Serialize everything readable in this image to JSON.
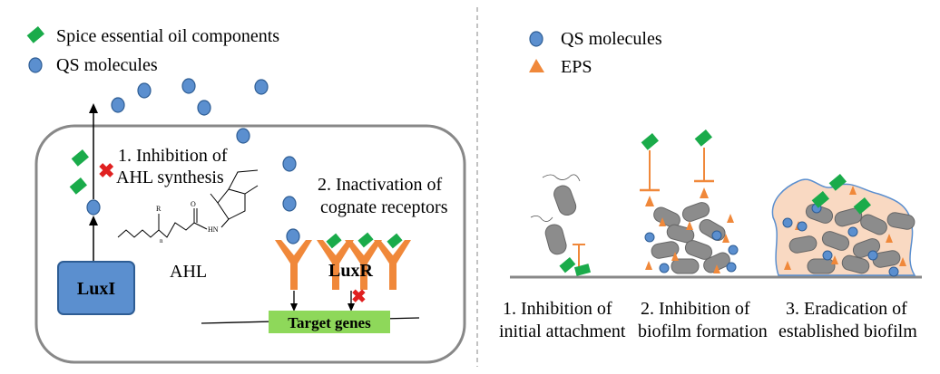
{
  "left_panel": {
    "legend": [
      {
        "icon": "green-diamond-icon",
        "label": "Spice essential oil components"
      },
      {
        "icon": "blue-circle-icon",
        "label": "QS molecules"
      }
    ],
    "step1": {
      "line1": "1. Inhibition of",
      "line2": "AHL synthesis"
    },
    "step2": {
      "line1": "2. Inactivation of",
      "line2": "cognate receptors"
    },
    "ahl_label": "AHL",
    "ahl_structure_atoms": {
      "r": "R",
      "o": "O",
      "n": "n",
      "hn": "HN"
    },
    "luxi_label": "LuxI",
    "luxr_label": "LuxR",
    "target_genes_label": "Target genes"
  },
  "right_panel": {
    "legend": [
      {
        "icon": "blue-circle-icon",
        "label": "QS molecules"
      },
      {
        "icon": "orange-triangle-icon",
        "label": "EPS"
      }
    ],
    "stages": [
      {
        "line1": "1. Inhibition of",
        "line2": "initial attachment"
      },
      {
        "line1": "2. Inhibition of",
        "line2": "biofilm formation"
      },
      {
        "line1": "3. Eradication of",
        "line2": "established biofilm"
      }
    ]
  },
  "colors": {
    "green": "#1aab4a",
    "blue": "#5b8fcf",
    "blue_stroke": "#2e5d94",
    "orange": "#f0883a",
    "luxi_box": "#5b8fcf",
    "target_box": "#8ed85a",
    "bacteria": "#8c8c8c",
    "biofilm": "#f9d9c2",
    "inhibit_red": "#e02020"
  }
}
